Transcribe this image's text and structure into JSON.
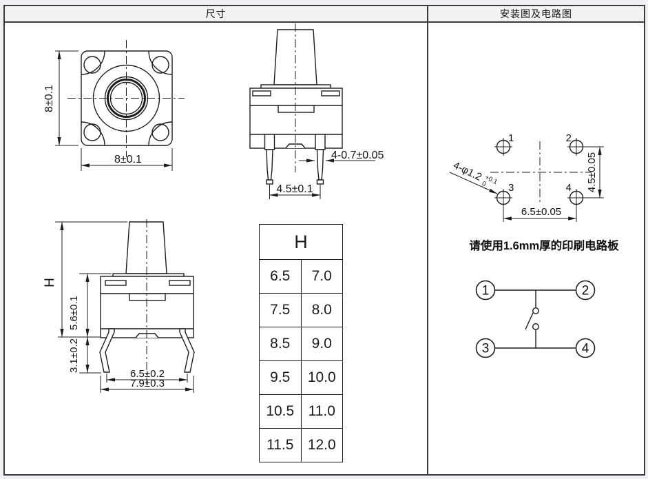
{
  "window": {
    "header_left": "尺寸",
    "header_right": "安装图及电路图"
  },
  "dimensions_panel": {
    "top_view": {
      "height_dim": "8±0.1",
      "width_dim": "8±0.1"
    },
    "front_view": {
      "pin_width_dim": "4-0.7±0.05",
      "pin_pitch_dim": "4.5±0.1"
    },
    "side_view": {
      "height_label": "H",
      "body_height_dim": "5.6±0.1",
      "leg_length_dim": "3.1±0.2",
      "leg_span_inner_dim": "6.5±0.2",
      "leg_span_outer_dim": "7.9±0.3"
    },
    "h_table": {
      "header": "H",
      "rows": [
        [
          "6.5",
          "7.0"
        ],
        [
          "7.5",
          "8.0"
        ],
        [
          "8.5",
          "9.0"
        ],
        [
          "9.5",
          "10.0"
        ],
        [
          "10.5",
          "11.0"
        ],
        [
          "11.5",
          "12.0"
        ]
      ]
    }
  },
  "mounting_panel": {
    "pcb_layout": {
      "hole_labels": [
        "1",
        "2",
        "3",
        "4"
      ],
      "vertical_pitch_dim": "4.5±0.05",
      "horizontal_pitch_dim": "6.5±0.05",
      "hole_spec": "4-φ1.2",
      "hole_tol_upper": "+0.1",
      "hole_tol_lower": "0"
    },
    "note": "请使用1.6mm厚的印刷电路板",
    "circuit": {
      "terminal_labels": [
        "1",
        "2",
        "3",
        "4"
      ]
    }
  },
  "colors": {
    "line": "#1c1c1c",
    "frame_border": "#3a3a3a",
    "header_bg": "#f2f2f2",
    "page_bg": "#eef0f3",
    "panel_bg": "#ffffff"
  }
}
